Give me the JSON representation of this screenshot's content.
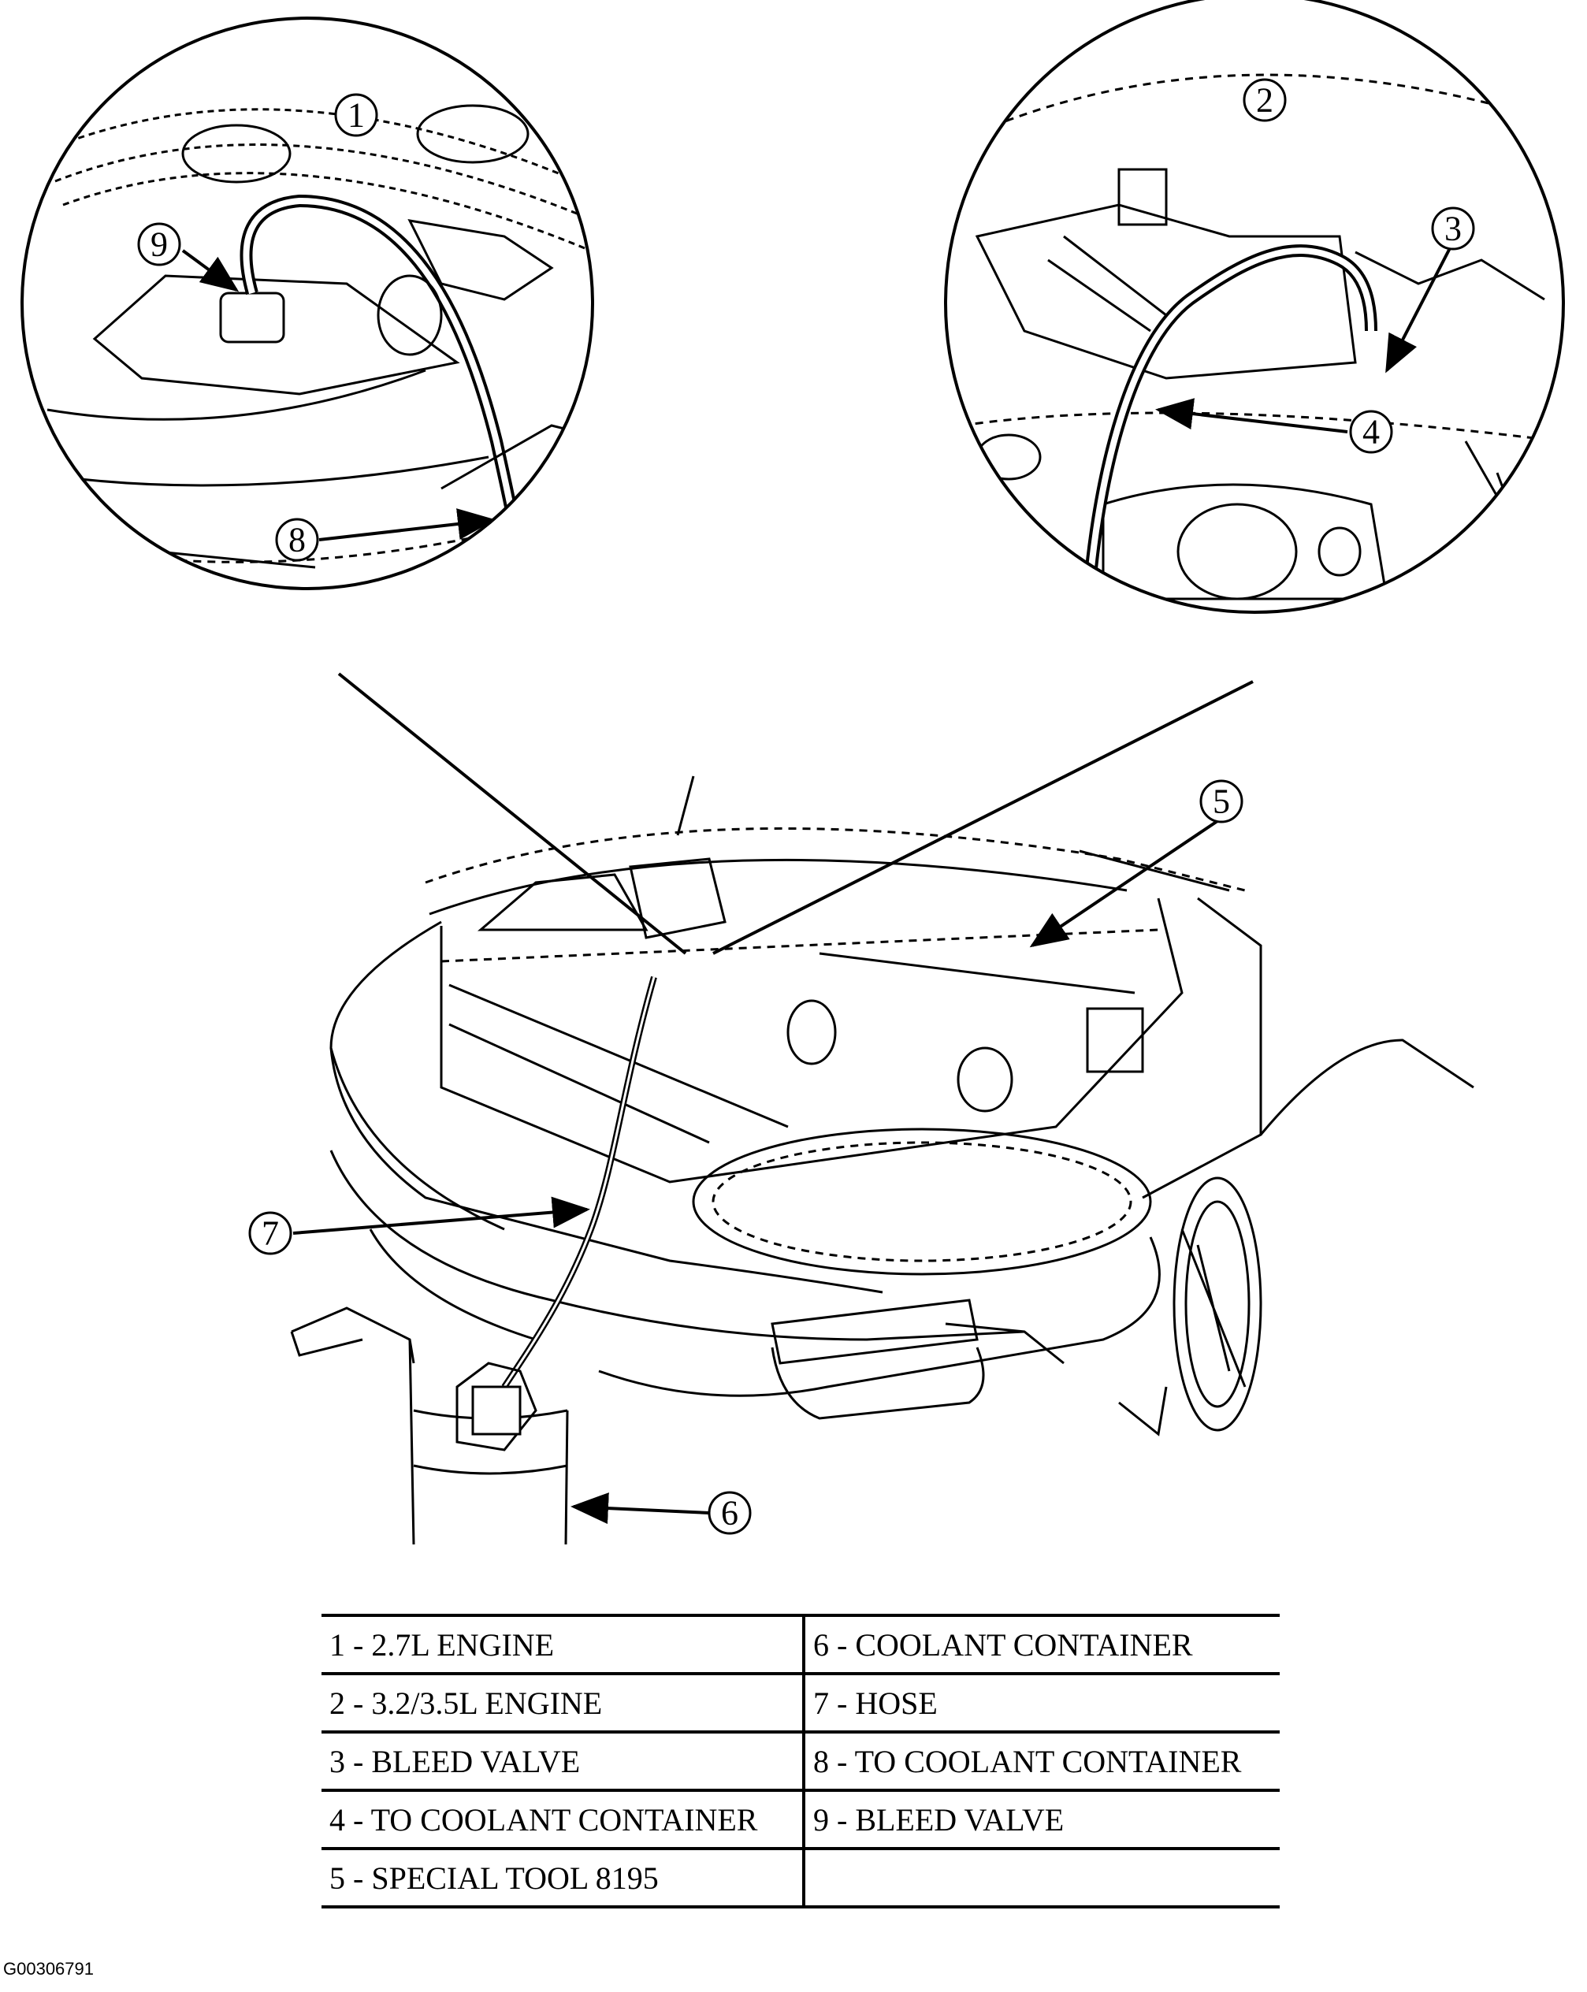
{
  "callouts": [
    "1",
    "2",
    "3",
    "4",
    "5",
    "6",
    "7",
    "8",
    "9"
  ],
  "legend": {
    "rows": [
      {
        "left": "1 - 2.7L ENGINE",
        "right": "6 - COOLANT CONTAINER"
      },
      {
        "left": "2 - 3.2/3.5L ENGINE",
        "right": "7 - HOSE"
      },
      {
        "left": "3 - BLEED VALVE",
        "right": "8 - TO COOLANT CONTAINER"
      },
      {
        "left": "4 - TO COOLANT CONTAINER",
        "right": "9 - BLEED VALVE"
      },
      {
        "left": "5 - SPECIAL TOOL 8195",
        "right": ""
      }
    ]
  },
  "figure_id": "G00306791",
  "colors": {
    "ink": "#000000",
    "paper": "#ffffff"
  }
}
